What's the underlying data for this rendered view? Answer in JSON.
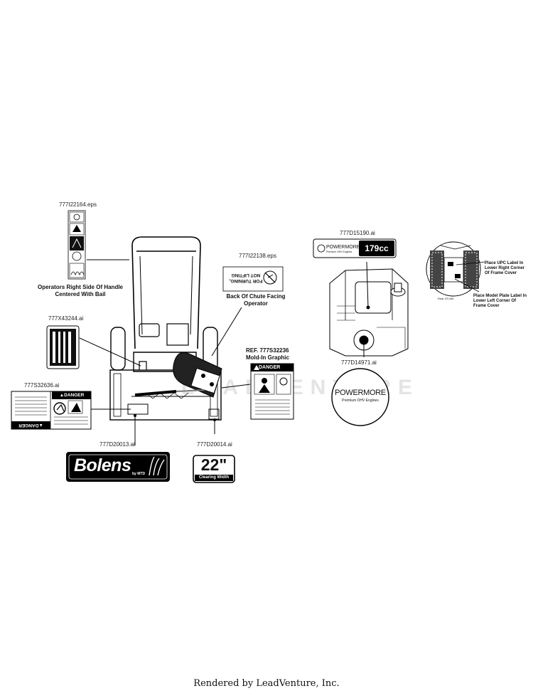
{
  "labels": {
    "handle_decal": "777I22164.eps",
    "chute_decal": "777I22138.eps",
    "side_decal": "777X43244.ai",
    "danger_decal": "777S32636.ai",
    "bolens_decal": "777D20013.ai",
    "width_decal": "777D20014.ai",
    "engine_label": "777D15190.ai",
    "engine_badge": "777D14971.ai"
  },
  "notes": {
    "handle": "Operators Right Side Of Handle Centered With Bail",
    "chute": "Back Of Chute Facing Operator",
    "mold_ref": "REF. 777S32236 Mold-In Graphic",
    "upc": "Place UPC Label In Lower Right Corner Of Frame Cover",
    "model_plate": "Place Model Plate Label In Lower Left Corner Of Frame Cover",
    "rear_of_unit": "Rear Of Unit"
  },
  "decals": {
    "chute_text_1": "FOR TURNING,",
    "chute_text_2": "NOT LIFTING",
    "danger_word": "DANGER",
    "bolens_brand": "Bolens",
    "bolens_sub": "by MTD",
    "width_value": "22\"",
    "width_caption": "Clearing Width",
    "engine_brand": "POWERMORE",
    "engine_tagline": "Premium OHV Engines",
    "engine_cc": "179cc"
  },
  "footer": "Rendered by LeadVenture, Inc.",
  "watermark": "LEADVENTURE"
}
